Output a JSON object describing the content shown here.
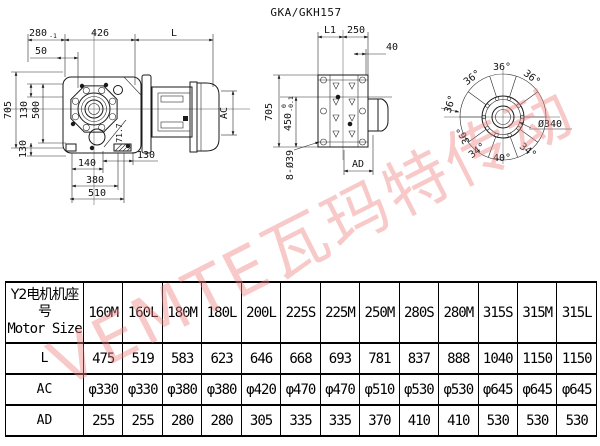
{
  "title": "GKA/GKH157",
  "watermark": {
    "text": "VEMTE瓦玛特传动",
    "color": "#ef8080"
  },
  "views": {
    "left": {
      "dims": {
        "d280": "280",
        "d280_tol": "-1",
        "d50": "50",
        "d426": "426",
        "dL": "L",
        "d705": "705",
        "d130a": "130",
        "d500": "500",
        "d130b": "130",
        "d130c": "130",
        "d140": "140",
        "d380": "380",
        "d510": "510",
        "d717": "71.7",
        "dAC": "AC"
      }
    },
    "middle": {
      "dims": {
        "dL1": "L1",
        "d250": "250",
        "d40": "40",
        "d705": "705",
        "d450": "450",
        "d450_sup": "0",
        "d450_sub": "-0.1",
        "dholes": "8-Ø39",
        "dAD": "AD"
      }
    },
    "right": {
      "angles": [
        "36°",
        "36°",
        "36°",
        "36°",
        "36°",
        "34°",
        "40°",
        "34°"
      ],
      "dia": "Ø340"
    }
  },
  "table": {
    "header_cn": "Y2电机机座号",
    "header_en": "Motor Size",
    "columns": [
      "160M",
      "160L",
      "180M",
      "180L",
      "200L",
      "225S",
      "225M",
      "250M",
      "280S",
      "280M",
      "315S",
      "315M",
      "315L"
    ],
    "rows": [
      {
        "label": "L",
        "values": [
          "475",
          "519",
          "583",
          "623",
          "646",
          "668",
          "693",
          "781",
          "837",
          "888",
          "1040",
          "1150",
          "1150"
        ]
      },
      {
        "label": "AC",
        "values": [
          "φ330",
          "φ330",
          "φ380",
          "φ380",
          "φ420",
          "φ470",
          "φ470",
          "φ510",
          "φ530",
          "φ530",
          "φ645",
          "φ645",
          "φ645"
        ]
      },
      {
        "label": "AD",
        "values": [
          "255",
          "255",
          "280",
          "280",
          "305",
          "335",
          "335",
          "370",
          "410",
          "410",
          "530",
          "530",
          "530"
        ]
      }
    ]
  }
}
